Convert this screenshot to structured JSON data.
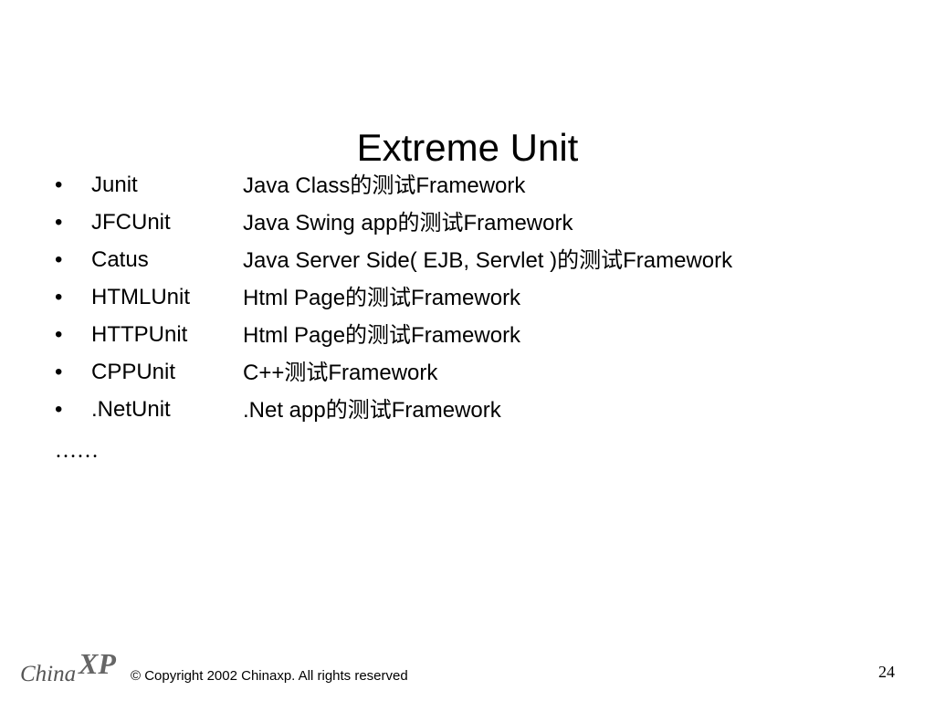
{
  "slide": {
    "title": "Extreme Unit",
    "bullet_symbol": "•",
    "items": [
      {
        "term": "Junit",
        "desc_pre": "Java Class",
        "desc_cjk": "的测试",
        "desc_post": "Framework"
      },
      {
        "term": "JFCUnit",
        "desc_pre": "Java Swing app",
        "desc_cjk": "的测试",
        "desc_post": "Framework"
      },
      {
        "term": "Catus",
        "desc_pre": "Java Server Side( EJB, Servlet )",
        "desc_cjk": "的测试",
        "desc_post": "Framework"
      },
      {
        "term": "HTMLUnit",
        "desc_pre": "Html Page",
        "desc_cjk": "的测试",
        "desc_post": "Framework"
      },
      {
        "term": "HTTPUnit",
        "desc_pre": "Html Page",
        "desc_cjk": "的测试",
        "desc_post": "Framework"
      },
      {
        "term": "CPPUnit",
        "desc_pre": "C++",
        "desc_cjk": "测试",
        "desc_post": "Framework"
      },
      {
        "term": ".NetUnit",
        "desc_pre": ".Net app",
        "desc_cjk": "的测试",
        "desc_post": "Framework"
      }
    ],
    "ellipsis": "……"
  },
  "footer": {
    "logo_text_china": "China",
    "logo_text_xp": "XP",
    "copyright": "© Copyright 2002 Chinaxp. All rights reserved",
    "page_number": "24"
  }
}
